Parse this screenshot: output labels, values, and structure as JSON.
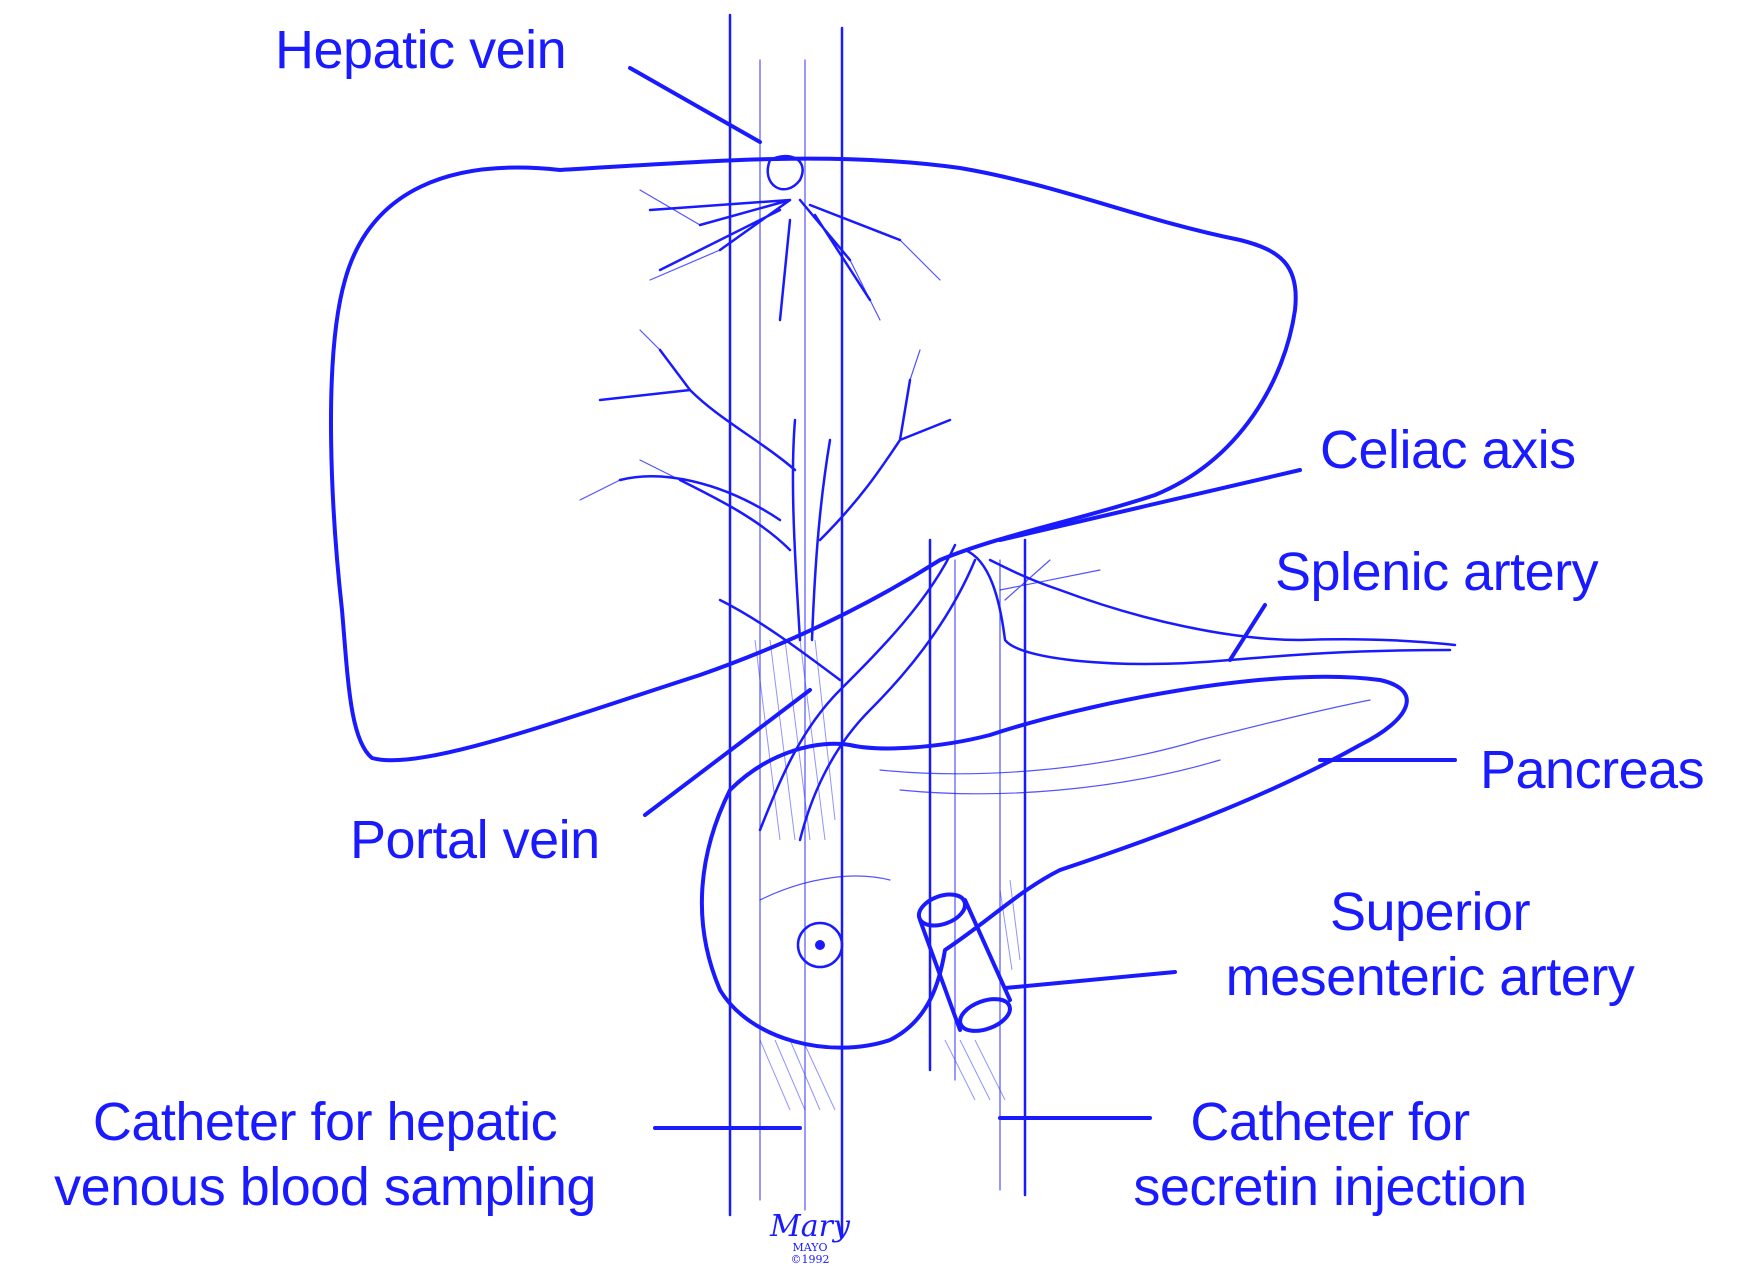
{
  "colors": {
    "ink": "#1a1aff",
    "background": "#ffffff"
  },
  "labels": {
    "hepatic_vein": "Hepatic vein",
    "celiac_axis": "Celiac axis",
    "splenic_artery": "Splenic artery",
    "pancreas": "Pancreas",
    "portal_vein": "Portal vein",
    "sma_line1": "Superior",
    "sma_line2": "mesenteric artery",
    "hepatic_catheter_line1": "Catheter for hepatic",
    "hepatic_catheter_line2": "venous blood sampling",
    "secretin_catheter_line1": "Catheter for",
    "secretin_catheter_line2": "secretin injection"
  },
  "signature": {
    "mark": "Mary",
    "org": "MAYO",
    "year": "©1992"
  }
}
